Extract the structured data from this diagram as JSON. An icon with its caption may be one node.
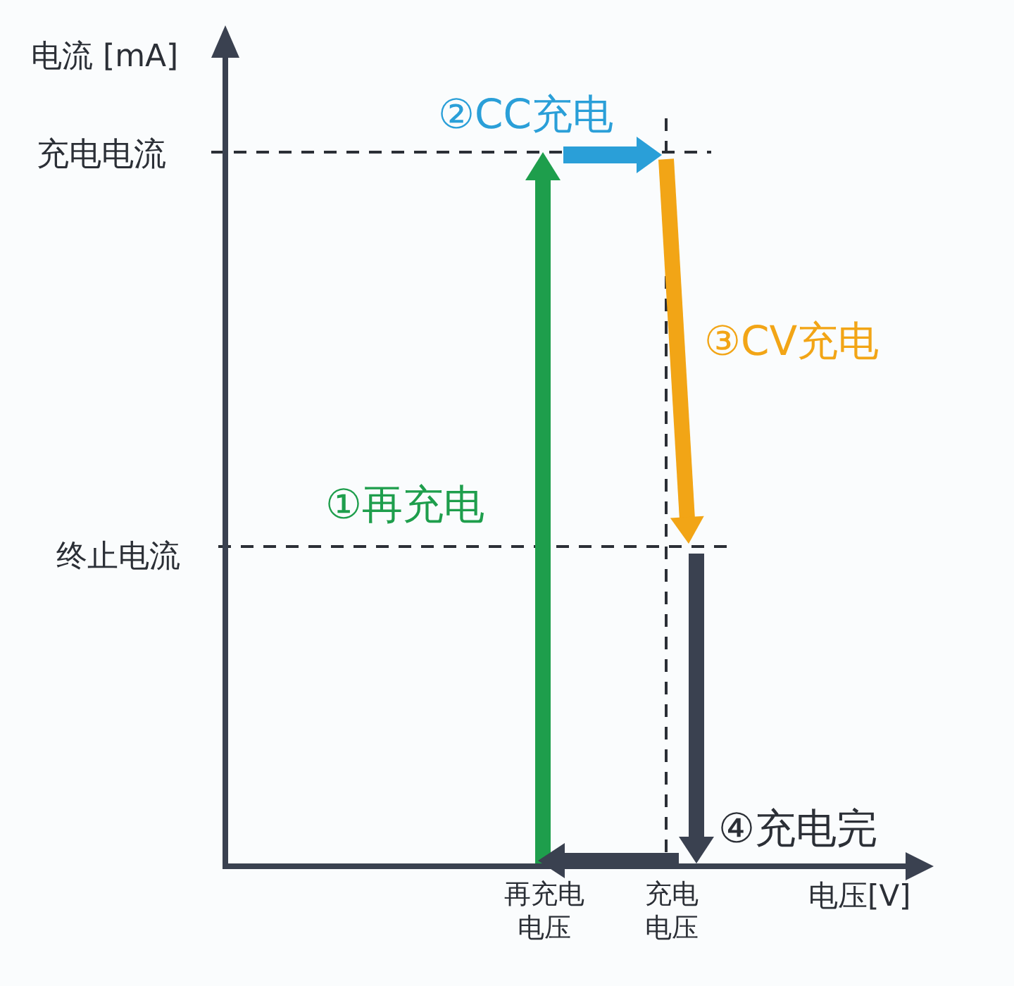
{
  "diagram": {
    "labels": [
      "电流 [mA]",
      "②CC充电",
      "充电电流",
      "③CV充电",
      "①再充电",
      "终止电流",
      "④充电完",
      "再充电电压",
      "充电电压",
      "电压[V]"
    ]
  }
}
